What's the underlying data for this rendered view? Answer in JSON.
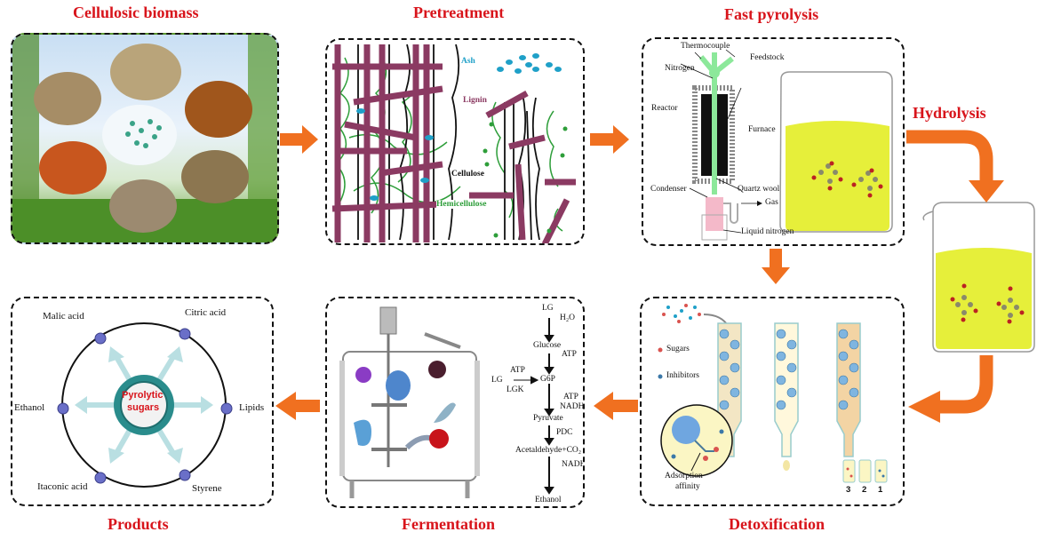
{
  "stages": {
    "biomass": {
      "title": "Cellulosic biomass"
    },
    "pretreatment": {
      "title": "Pretreatment",
      "labels": {
        "ash": "Ash",
        "lignin": "Lignin",
        "cellulose": "Cellulose",
        "hemicellulose": "Hemicellulose"
      }
    },
    "pyrolysis": {
      "title": "Fast pyrolysis",
      "labels": {
        "thermocouple": "Thermocouple",
        "nitrogen": "Nitrogen",
        "feedstock": "Feedstock",
        "reactor": "Reactor",
        "furnace": "Furnace",
        "condenser": "Condenser",
        "quartz_wool": "Quartz wool",
        "gas": "Gas",
        "liquid_nitrogen": "Liquid nitrogen"
      }
    },
    "hydrolysis": {
      "title": "Hydrolysis"
    },
    "detoxification": {
      "title": "Detoxification",
      "legend": {
        "sugars": "Sugars",
        "inhibitors": "Inhibitors"
      },
      "adsorption_line1": "Adsorption",
      "adsorption_line2": "affinity",
      "tubes": [
        "3",
        "2",
        "1"
      ]
    },
    "fermentation": {
      "title": "Fermentation",
      "pathway": {
        "lg_top": "LG",
        "h2o": "H₂O",
        "glucose": "Glucose",
        "atp1": "ATP",
        "lg_left": "LG",
        "atp_left": "ATP",
        "lgk": "LGK",
        "g6p": "G6P",
        "atp2": "ATP",
        "nadh1": "NADH",
        "pyruvate": "Pyruvate",
        "pdc": "PDC",
        "acetaldehyde": "Acetaldehyde+CO₂",
        "nadh2": "NADH",
        "ethanol": "Ethanol"
      }
    },
    "products": {
      "title": "Products",
      "center_line1": "Pyrolytic",
      "center_line2": "sugars",
      "items": {
        "malic": "Malic acid",
        "citric": "Citric acid",
        "ethanol": "Ethanol",
        "lipids": "Lipids",
        "itaconic": "Itaconic acid",
        "styrene": "Styrene"
      }
    }
  },
  "colors": {
    "title": "#d8141b",
    "arrow": "#f07020",
    "lignin": "#8b3a62",
    "hemicellulose": "#2e9e3a",
    "ash": "#1fa0c8",
    "liquid": "#e6ef3a",
    "teal": "#2a8c8c",
    "node": "#6a6fc8"
  }
}
